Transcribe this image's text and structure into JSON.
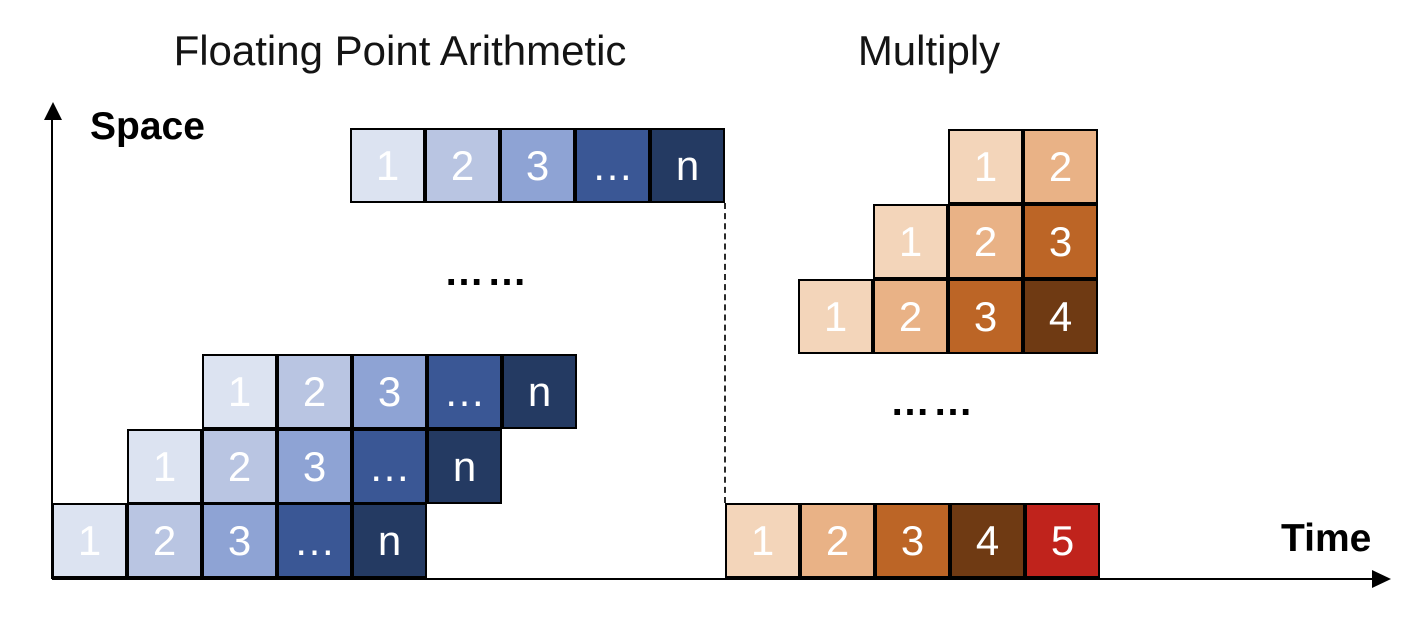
{
  "axes": {
    "y_label": "Space",
    "x_label": "Time"
  },
  "cell_text_color": "#ffffff",
  "line_color": "#000000",
  "sections": {
    "fpa": {
      "title": "Floating Point Arithmetic",
      "ellipsis": "……",
      "palette": [
        "#dce3f1",
        "#b9c5e2",
        "#8ea3d4",
        "#3a5795",
        "#243a62"
      ],
      "rows": [
        {
          "cells": [
            [
              "1",
              0
            ],
            [
              "2",
              1
            ],
            [
              "3",
              2
            ],
            [
              "…",
              3
            ],
            [
              "n",
              4
            ]
          ]
        },
        {
          "cells": [
            [
              "1",
              0
            ],
            [
              "2",
              1
            ],
            [
              "3",
              2
            ],
            [
              "…",
              3
            ],
            [
              "n",
              4
            ]
          ]
        },
        {
          "cells": [
            [
              "1",
              0
            ],
            [
              "2",
              1
            ],
            [
              "3",
              2
            ],
            [
              "…",
              3
            ],
            [
              "n",
              4
            ]
          ]
        },
        {
          "cells": [
            [
              "1",
              0
            ],
            [
              "2",
              1
            ],
            [
              "3",
              2
            ],
            [
              "…",
              3
            ],
            [
              "n",
              4
            ]
          ]
        }
      ]
    },
    "multiply": {
      "title": "Multiply",
      "ellipsis": "……",
      "palette": [
        "#f3d5ba",
        "#e9b286",
        "#bc6526",
        "#6f3a13",
        "#c0231c"
      ],
      "rows": [
        {
          "cells": [
            [
              "1",
              0
            ],
            [
              "2",
              1
            ]
          ]
        },
        {
          "cells": [
            [
              "1",
              0
            ],
            [
              "2",
              1
            ],
            [
              "3",
              2
            ]
          ]
        },
        {
          "cells": [
            [
              "1",
              0
            ],
            [
              "2",
              1
            ],
            [
              "3",
              2
            ],
            [
              "4",
              3
            ]
          ]
        },
        {
          "cells": [
            [
              "1",
              0
            ],
            [
              "2",
              1
            ],
            [
              "3",
              2
            ],
            [
              "4",
              3
            ],
            [
              "5",
              4
            ]
          ]
        }
      ]
    }
  }
}
